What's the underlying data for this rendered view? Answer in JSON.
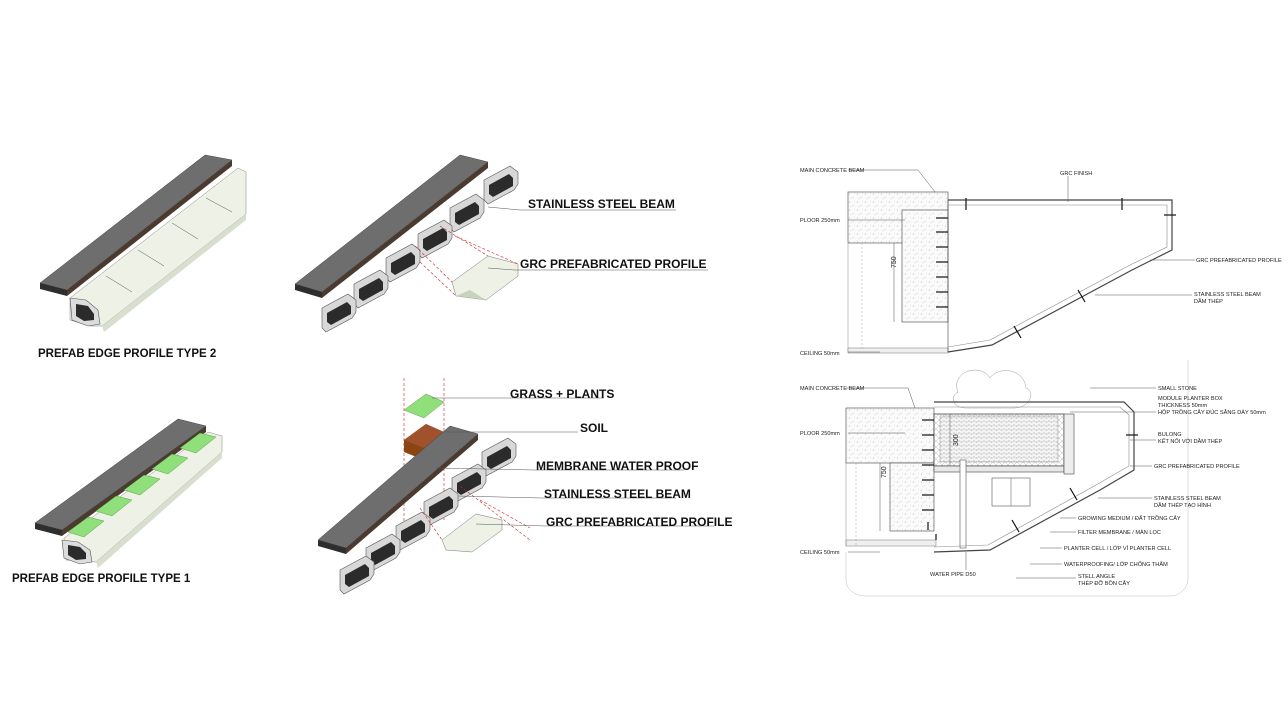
{
  "iso": {
    "type2_caption": "PREFAB EDGE PROFILE TYPE 2",
    "type1_caption": "PREFAB EDGE PROFILE TYPE 1",
    "exploded_top": {
      "beam": "STAINLESS STEEL BEAM",
      "profile": "GRC PREFABRICATED PROFILE"
    },
    "exploded_bottom": {
      "grass": "GRASS + PLANTS",
      "soil": "SOIL",
      "membrane": "MEMBRANE WATER PROOF",
      "beam": "STAINLESS STEEL BEAM",
      "profile": "GRC PREFABRICATED PROFILE"
    }
  },
  "section_top": {
    "main_beam": "MAIN CONCRETE BEAM",
    "grc_finish": "GRC FINISH",
    "floor": "PLOOR 250mm",
    "dim_750": "750",
    "grc_profile": "GRC PREFABRICATED PROFILE",
    "steel_beam_1": "STAINLESS STEEL BEAM",
    "steel_beam_2": "DẦM THÉP",
    "ceiling": "CEILING 50mm"
  },
  "section_bottom": {
    "main_beam": "MAIN CONCRETE BEAM",
    "floor": "PLOOR 250mm",
    "dim_750": "750",
    "dim_300": "300",
    "small_stone": "SMALL STONE",
    "module_1": "MODULE PLANTER BOX",
    "module_2": "THICKNESS 50mm",
    "module_3": "HỘP TRỒNG CÂY ĐÚC SẴNG DÀY 50mm",
    "bulong_1": "BULONG",
    "bulong_2": "KẾT NỐI VỚI DẦM THÉP",
    "grc_profile": "GRC PREFABRICATED PROFILE",
    "steel_beam_1": "STAINLESS STEEL BEAM",
    "steel_beam_2": "DẦM THÉP TẠO HÌNH",
    "growing": "GROWING MEDIUM / ĐẤT TRỒNG CÂY",
    "filter": "FILTER MEMBRANE / MÀN LỌC",
    "planter_cell": "PLANTER CELL / LỚP VỈ PLANTER CELL",
    "waterproofing": "WATERPROOFING/ LỚP CHỐNG THẤM",
    "angle_1": "STELL ANGLE",
    "angle_2": "THÉP ĐỠ BỒN CÂY",
    "ceiling": "CEILING 50mm",
    "water_pipe": "WATER PIPE D50"
  },
  "colors": {
    "slab": "#6e6e6e",
    "slab_dark": "#3c3c3c",
    "grc": "#eef2e6",
    "grass": "#8fe07a",
    "soil": "#8b4513",
    "red_dash": "#cc2222"
  }
}
